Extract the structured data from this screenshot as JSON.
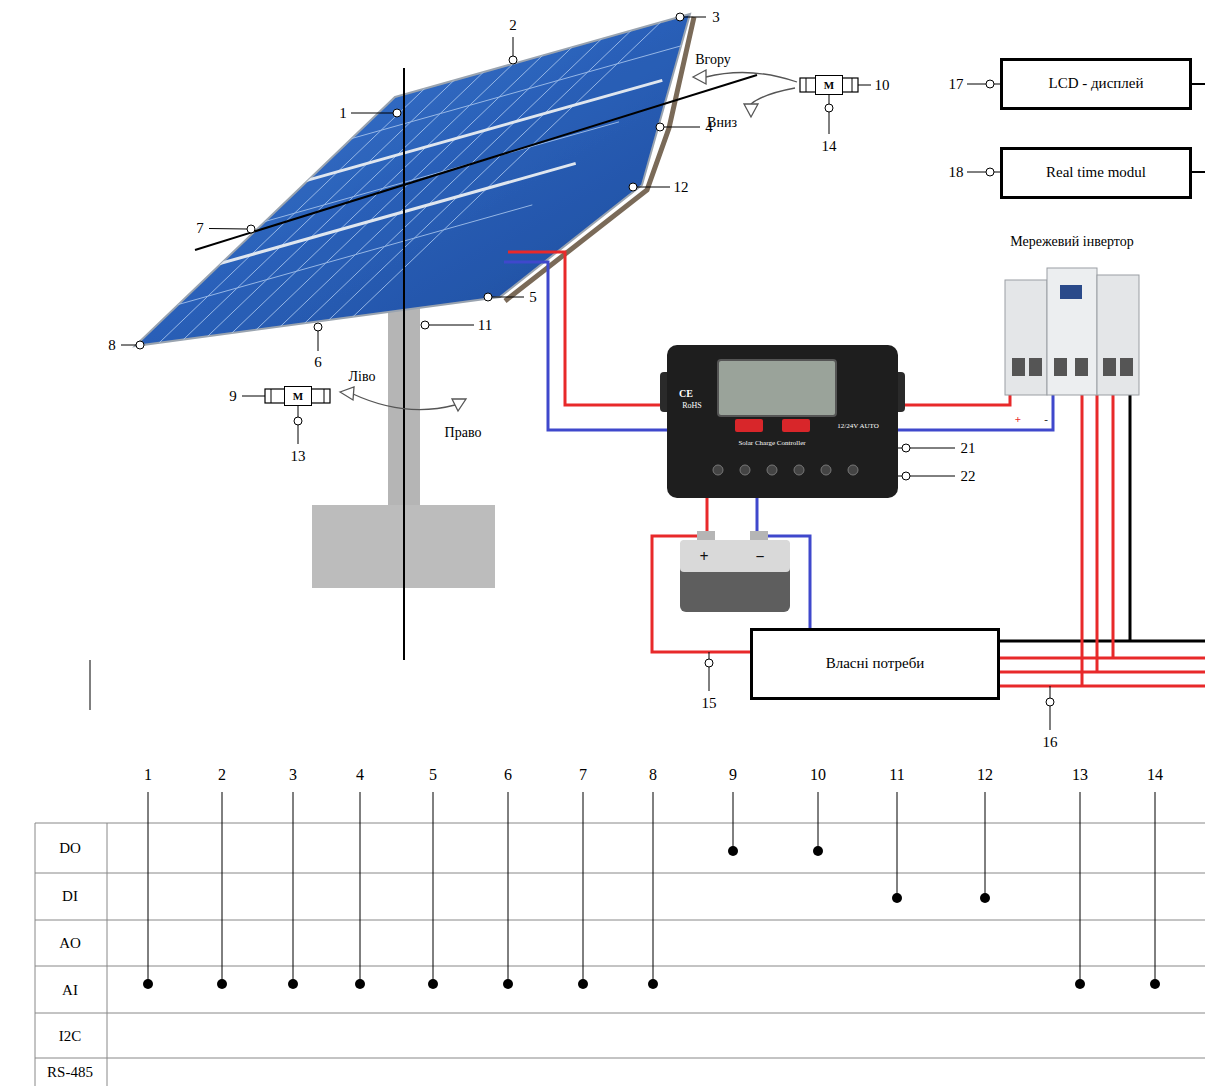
{
  "diagram": {
    "nodes": [
      {
        "text": [
          "LCD - дисплей"
        ]
      },
      {
        "text": [
          "Real time modul"
        ]
      },
      {
        "text": [
          "Власні потреби"
        ]
      },
      {
        "text": [
          "M"
        ]
      },
      {
        "text": [
          "M"
        ]
      }
    ],
    "labels": [
      "1",
      "2",
      "3",
      "4",
      "5",
      "6",
      "7",
      "8",
      "9",
      "10",
      "11",
      "12",
      "13",
      "14",
      "15",
      "16",
      "17",
      "18",
      "21",
      "22",
      "Вгору",
      "Вниз",
      "Ліво",
      "Право",
      "Мережевий інвертор",
      "CE",
      "RoHS",
      "Solar Charge Controller",
      "12/24V AUTO",
      "+",
      "−",
      "+",
      "-",
      "1",
      "2",
      "3",
      "4",
      "5",
      "6",
      "7",
      "8",
      "9",
      "10",
      "11",
      "12",
      "13",
      "14",
      "DO",
      "DI",
      "AO",
      "AI",
      "I2C",
      "RS-485"
    ]
  }
}
